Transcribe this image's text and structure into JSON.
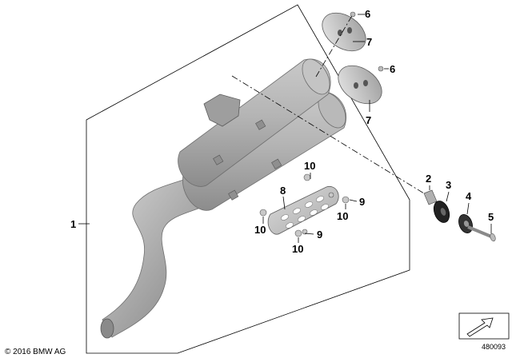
{
  "diagram": {
    "copyright": "© 2016 BMW AG",
    "reference_number": "480093",
    "callouts": {
      "c1": "1",
      "c2": "2",
      "c3": "3",
      "c4": "4",
      "c5": "5",
      "c6a": "6",
      "c6b": "6",
      "c7a": "7",
      "c7b": "7",
      "c8": "8",
      "c9a": "9",
      "c9b": "9",
      "c10a": "10",
      "c10b": "10",
      "c10c": "10",
      "c10d": "10"
    }
  }
}
